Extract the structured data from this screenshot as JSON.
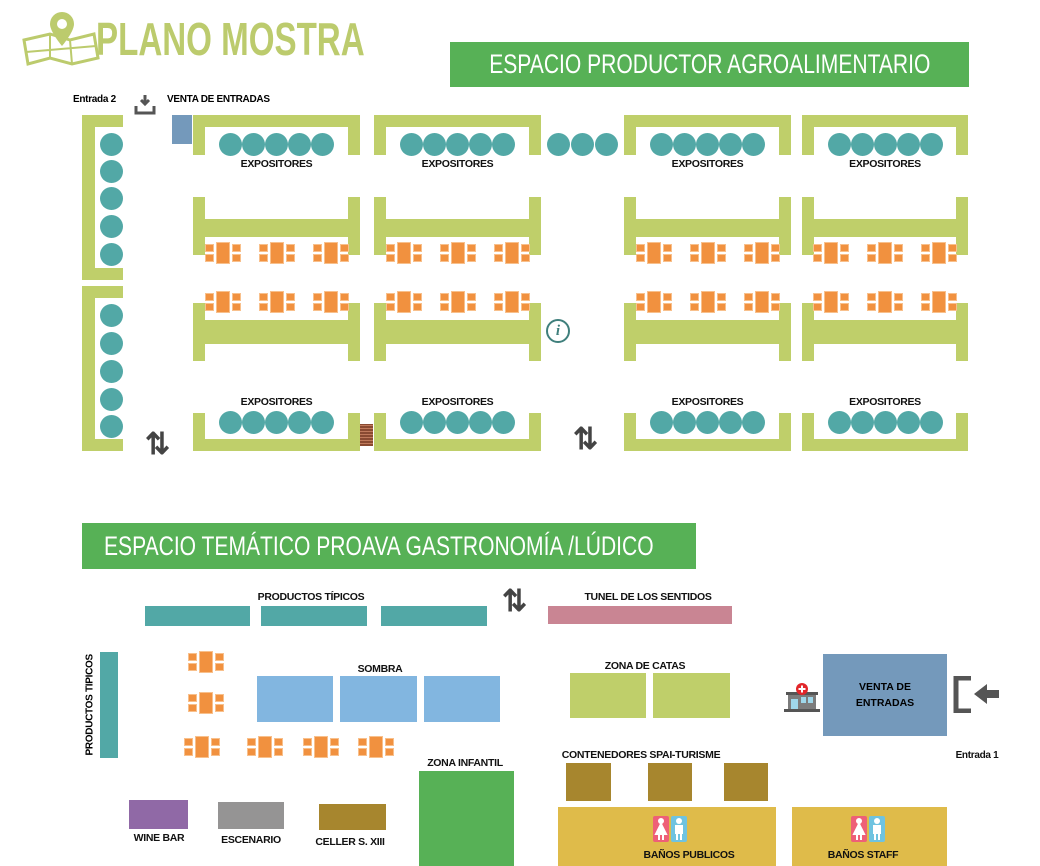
{
  "header": {
    "title": "PLANO MOSTRA"
  },
  "section1": {
    "banner": "ESPACIO PRODUCTOR AGROALIMENTARIO",
    "entrance2": "Entrada 2",
    "ticket_sales": "VENTA DE ENTRADAS",
    "exhibitors_label": "EXPOSITORES"
  },
  "section2": {
    "banner": "ESPACIO TEMÁTICO PROAVA GASTRONOMÍA /LÚDICO",
    "typical_products": "PRODUCTOS TÍPICOS",
    "typical_products_vertical": "PRODUCTOS TIPICOS",
    "tunnel": "TUNEL DE LOS SENTIDOS",
    "shade": "SOMBRA",
    "tasting": "ZONA DE CATAS",
    "ticket_sales": "VENTA DE ENTRADAS",
    "entrance1": "Entrada 1",
    "kids": "ZONA INFANTIL",
    "containers": "CONTENEDORES SPAI-TURISME",
    "wine_bar": "WINE BAR",
    "stage": "ESCENARIO",
    "cellar": "CELLER S. XIII",
    "public_toilets": "BAÑOS PUBLICOS",
    "staff_toilets": "BAÑOS STAFF"
  },
  "colors": {
    "green": "#57b156",
    "lime": "#bfcf6a",
    "teal": "#52a8a6",
    "blue": "#7499bb",
    "sky": "#82b6e0",
    "pink": "#c98593",
    "brown": "#a7862e",
    "yellow": "#dfbb4a",
    "purple": "#9069a6",
    "gray": "#959494",
    "orange": "#f1913f"
  }
}
